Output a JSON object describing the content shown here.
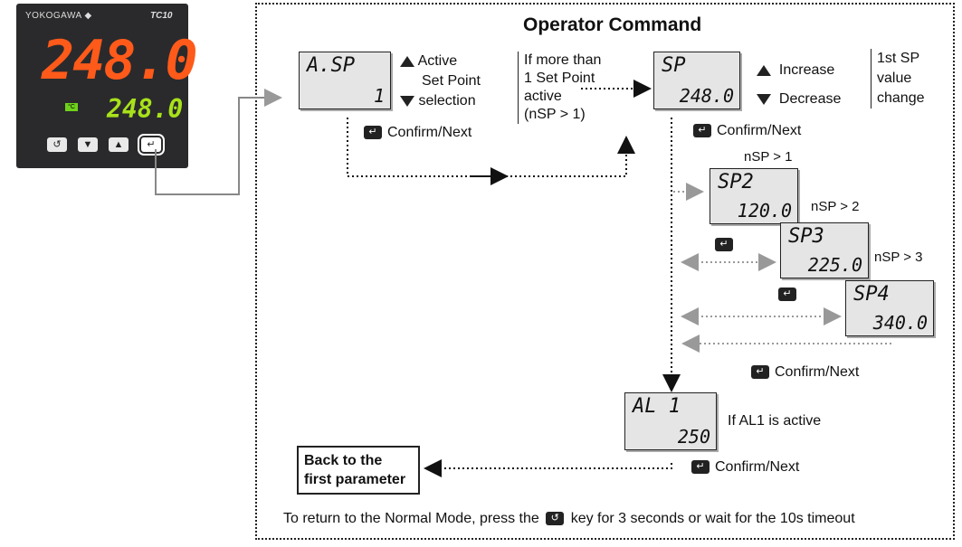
{
  "controller": {
    "brand": "YOKOGAWA ◆",
    "model": "TC10",
    "pv": "248.0",
    "sv": "248.0",
    "unit": "°C"
  },
  "diagram": {
    "title": "Operator Command",
    "asp": {
      "top": "A.SP",
      "bottom": "1"
    },
    "asp_labels": {
      "active": "Active",
      "setpoint": "Set Point",
      "selection": "selection"
    },
    "asp_note": {
      "l1": "If more than",
      "l2": "1 Set Point",
      "l3": "active",
      "l4": "(nSP > 1)"
    },
    "sp": {
      "top": "SP",
      "bottom": "248.0"
    },
    "sp_labels": {
      "increase": "Increase",
      "decrease": "Decrease"
    },
    "sp_note": {
      "l1": "1st SP",
      "l2": "value",
      "l3": "change"
    },
    "confirm": "Confirm/Next",
    "sp2": {
      "top": "SP2",
      "bottom": "120.0",
      "cond": "nSP > 1"
    },
    "sp3": {
      "top": "SP3",
      "bottom": "225.0",
      "cond": "nSP > 2"
    },
    "sp4": {
      "top": "SP4",
      "bottom": "340.0",
      "cond": "nSP > 3"
    },
    "al1": {
      "top": "AL 1",
      "bottom": "250",
      "note": "If  AL1 is active"
    },
    "back": {
      "l1": "Back to the",
      "l2": "first parameter"
    },
    "footer_pre": "To return to the Normal Mode, press the",
    "footer_post": "key for 3 seconds or wait for the 10s timeout"
  }
}
